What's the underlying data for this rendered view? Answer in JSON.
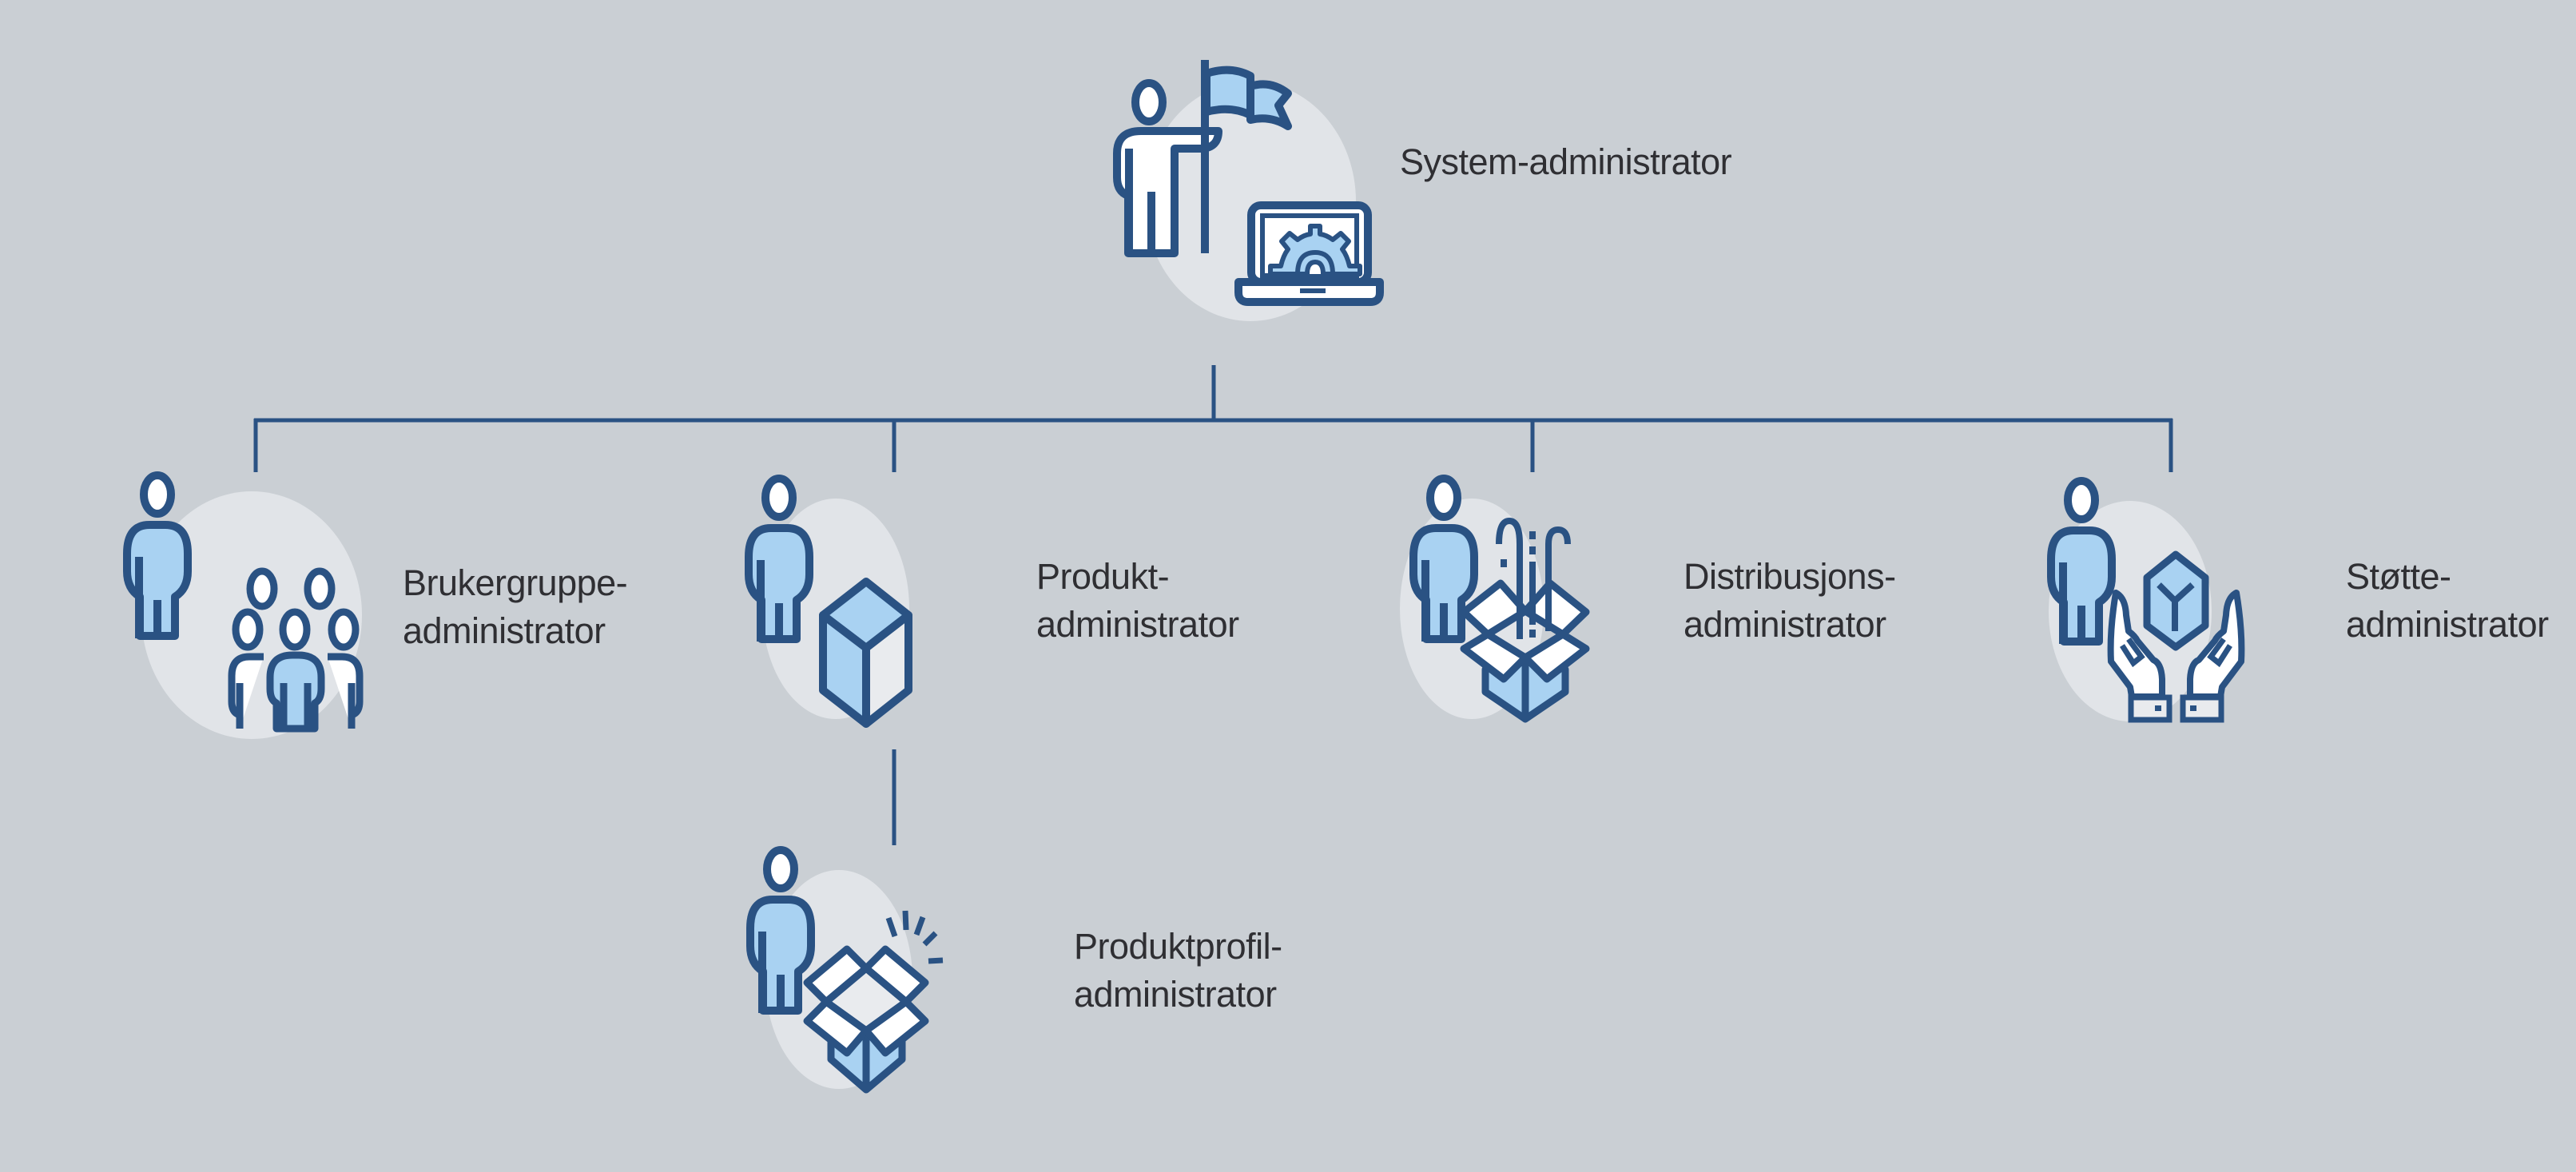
{
  "diagram": {
    "type": "org-hierarchy",
    "colors": {
      "background": "#cacfd4",
      "halo": "#e1e4e8",
      "stroke": "#2a5283",
      "fill_light_blue": "#a9d2f2",
      "fill_white": "#ffffff",
      "fill_light_gray": "#e9ebee",
      "text": "#2f2f33"
    },
    "nodes": [
      {
        "id": "system",
        "label_lines": [
          "System-administrator"
        ],
        "icon": "person-with-flag-and-laptop-gear-icon",
        "level": 0
      },
      {
        "id": "usergroup",
        "label_lines": [
          "Brukergruppe-",
          "administrator"
        ],
        "icon": "user-group-icon",
        "level": 1,
        "parent": "system"
      },
      {
        "id": "product",
        "label_lines": [
          "Produkt-",
          "administrator"
        ],
        "icon": "cube-icon",
        "level": 1,
        "parent": "system"
      },
      {
        "id": "deployment",
        "label_lines": [
          "Distribusjons-",
          "administrator"
        ],
        "icon": "open-box-with-canes-icon",
        "level": 1,
        "parent": "system"
      },
      {
        "id": "support",
        "label_lines": [
          "Støtte-",
          "administrator"
        ],
        "icon": "hands-holding-cube-icon",
        "level": 1,
        "parent": "system"
      },
      {
        "id": "productprofile",
        "label_lines": [
          "Produktprofil-",
          "administrator"
        ],
        "icon": "open-box-sparkle-icon",
        "level": 2,
        "parent": "product"
      }
    ]
  }
}
